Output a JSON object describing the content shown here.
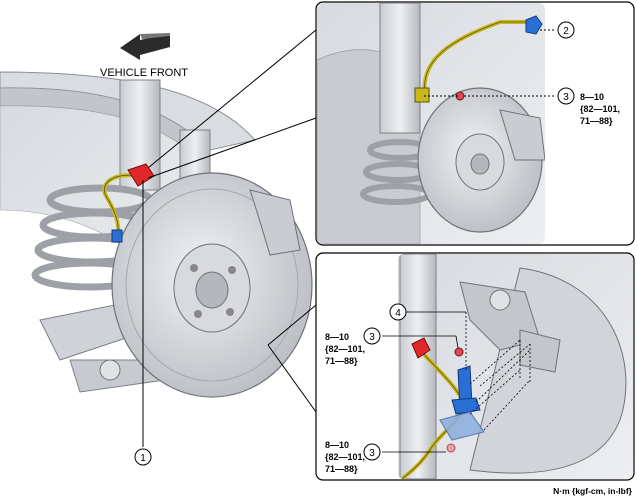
{
  "direction": {
    "label": "VEHICLE FRONT"
  },
  "callouts": {
    "c1": "1",
    "c2": "2",
    "c3a": "3",
    "c3b": "3",
    "c3c": "3",
    "c4": "4"
  },
  "torque": {
    "top": {
      "l1": "8—10",
      "l2": "{82—101,",
      "l3": "71—88}"
    },
    "mid": {
      "l1": "8—10",
      "l2": "{82—101,",
      "l3": "71—88}"
    },
    "bottom": {
      "l1": "8—10",
      "l2": "{82—101,",
      "l3": "71—88}"
    }
  },
  "units": "N·m {kgf-cm, in-lbf}",
  "colors": {
    "hose": "#c8b81e",
    "connector": "#e0282a",
    "clip": "#2a6fd6",
    "bolt": "#e04a50"
  }
}
